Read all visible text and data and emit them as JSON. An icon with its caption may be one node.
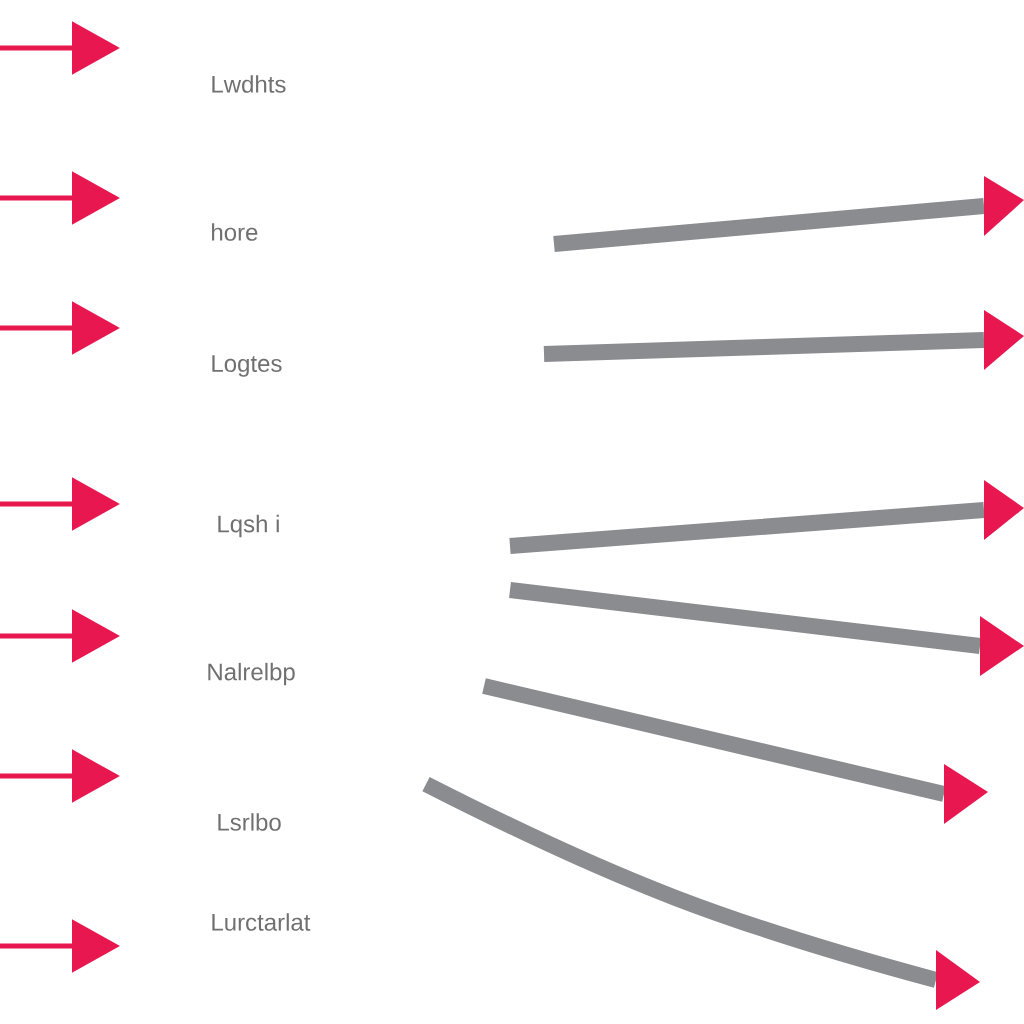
{
  "diagram": {
    "labels": [
      "Lwdhts",
      "hore",
      "Logtes",
      "Lqsh i",
      "Nalrelbp",
      "Lsrlbo",
      "Lurctarlat"
    ]
  }
}
